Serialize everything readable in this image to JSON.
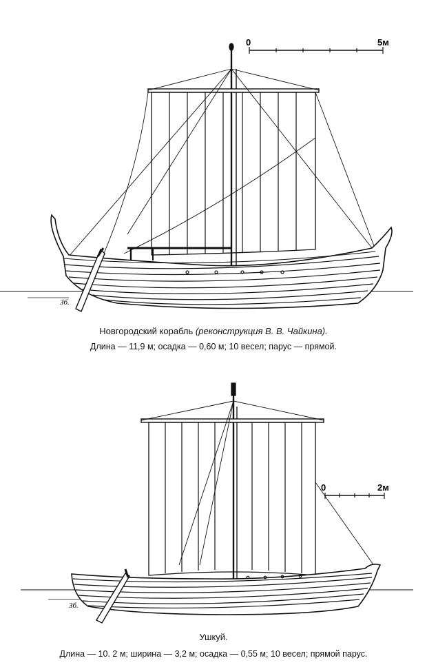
{
  "figure1": {
    "scale": {
      "zero": "0",
      "end": "5м"
    },
    "signature": "Зб.",
    "caption_title": "Новгородский корабль",
    "caption_title_italic": "(реконструкция В. В. Чайкина).",
    "caption_dims": "Длина — 11,9 м; осадка — 0,60 м; 10 весел; парус — прямой."
  },
  "figure2": {
    "scale": {
      "zero": "0",
      "end": "2м"
    },
    "signature": "Зб.",
    "caption_title": "Ушкуй.",
    "caption_dims": "Длина — 10. 2 м; ширина — 3,2 м; осадка — 0,55 м; 10 весел; прямой парус."
  }
}
